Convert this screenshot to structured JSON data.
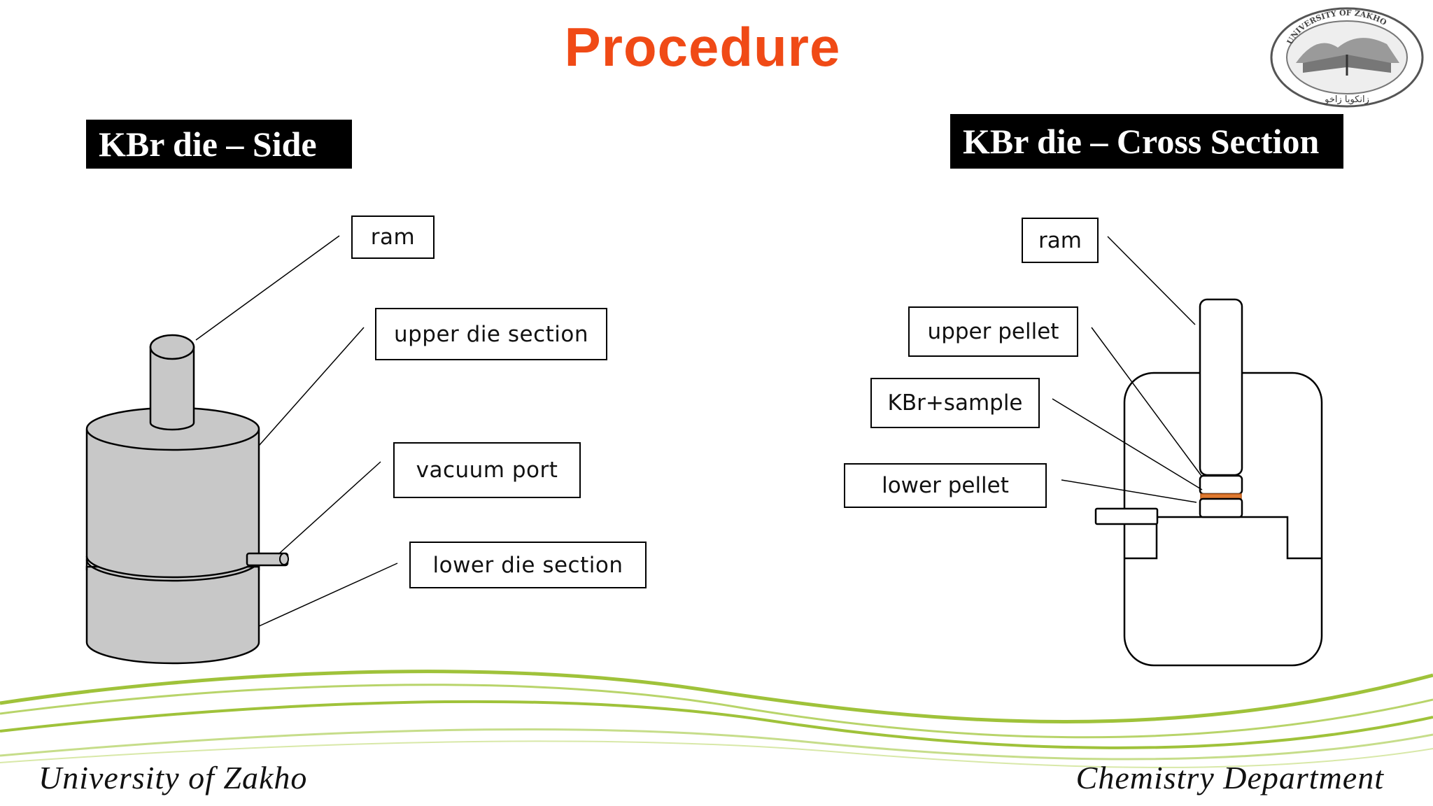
{
  "title": "Procedure",
  "side_panel": {
    "heading": "KBr die – Side",
    "labels": {
      "ram": "ram",
      "upper_die": "upper die section",
      "vacuum_port": "vacuum port",
      "lower_die": "lower die section"
    }
  },
  "cross_panel": {
    "heading": "KBr die – Cross Section",
    "labels": {
      "ram": "ram",
      "upper_pellet": "upper pellet",
      "kbr_sample": "KBr+sample",
      "lower_pellet": "lower pellet"
    }
  },
  "footer": {
    "left": "University of Zakho",
    "right": "Chemistry Department"
  },
  "logo": {
    "top_text": "UNIVERSITY OF ZAKHO",
    "bottom_text": "زانكويا زاخو"
  },
  "colors": {
    "title": "#f04a16",
    "die_fill": "#c8c8c8",
    "sample_layer": "#e07a30",
    "wave": "#9fc23a"
  }
}
